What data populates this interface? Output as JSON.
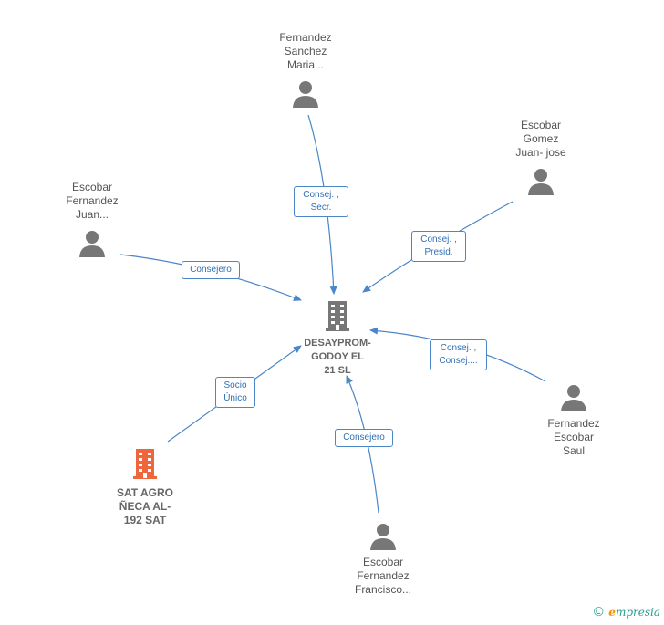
{
  "colors": {
    "edge": "#4a86c8",
    "person_icon": "#777777",
    "company_icon": "#777777",
    "highlight_company_icon": "#f0663c"
  },
  "nodes": {
    "center": {
      "label": "DESAYPROM-\nGODOY EL\n21  SL",
      "icon": "building-icon"
    },
    "sat": {
      "label": "SAT AGRO\nÑECA AL-\n192 SAT",
      "icon": "building-icon"
    },
    "fernandez_sanchez": {
      "label": "Fernandez\nSanchez\nMaria...",
      "icon": "person-icon"
    },
    "escobar_gomez": {
      "label": "Escobar\nGomez\nJuan- jose",
      "icon": "person-icon"
    },
    "escobar_fernandez_juan": {
      "label": "Escobar\nFernandez\nJuan...",
      "icon": "person-icon"
    },
    "fernandez_escobar_saul": {
      "label": "Fernandez\nEscobar\nSaul",
      "icon": "person-icon"
    },
    "escobar_fernandez_francisco": {
      "label": "Escobar\nFernandez\nFrancisco...",
      "icon": "person-icon"
    }
  },
  "edges": {
    "fernandez_sanchez": "Consej. ,\nSecr.",
    "escobar_gomez": "Consej. ,\nPresid.",
    "escobar_fernandez_juan": "Consejero",
    "fernandez_escobar_saul": "Consej. ,\nConsej....",
    "sat": "Socio\nÚnico",
    "escobar_fernandez_francisco": "Consejero"
  },
  "footer": {
    "copyright": "©",
    "brand_initial": "e",
    "brand_rest": "mpresia"
  }
}
